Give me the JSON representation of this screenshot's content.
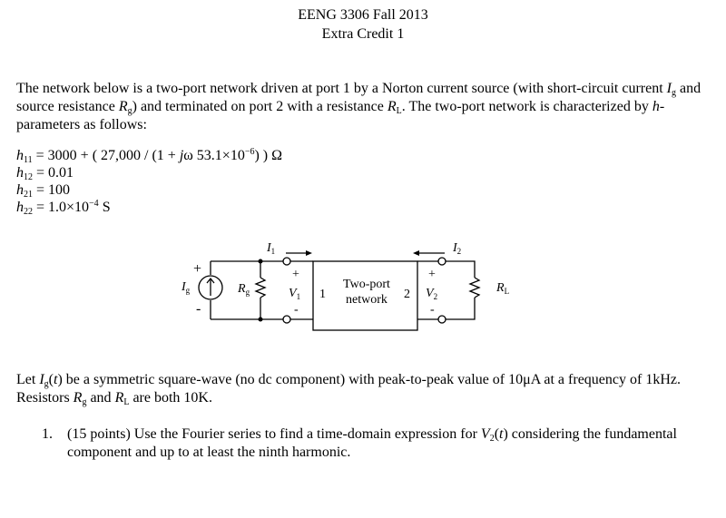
{
  "header": {
    "course": "EENG 3306  Fall 2013",
    "title": "Extra Credit 1"
  },
  "intro": {
    "t1": "The network below is a two-port network driven at port 1 by a Norton current source (with short-circuit current ",
    "Ig": "I",
    "Ig_sub": "g",
    "t2": " and source resistance ",
    "Rg": "R",
    "Rg_sub": "g",
    "t3": ") and terminated on port 2 with a resistance ",
    "RL": "R",
    "RL_sub": "L",
    "t4": ".    The two-port network is characterized by ",
    "h": "h",
    "t5": "-parameters as follows:"
  },
  "params": {
    "h11": {
      "sym": "h",
      "sub": "11",
      "pre": " = 3000 + ( 27,000 / (1 + ",
      "j": "j",
      "omega": "ω",
      "post": " 53.1×10",
      "exp": "−6",
      "tail": ") ) Ω"
    },
    "h12": {
      "sym": "h",
      "sub": "12",
      "text": " = 0.01"
    },
    "h21": {
      "sym": "h",
      "sub": "21",
      "text": " = 100"
    },
    "h22": {
      "sym": "h",
      "sub": "22",
      "pre": " = 1.0×10",
      "exp": "−4",
      "tail": " S"
    }
  },
  "circuit": {
    "plus_left": "+",
    "minus_left": "-",
    "Ig": "I",
    "Ig_sub": "g",
    "Rg": "R",
    "Rg_sub": "g",
    "I1": "I",
    "I1_sub": "1",
    "V1_plus": "+",
    "V1": "V",
    "V1_sub": "1",
    "V1_minus": "-",
    "port1": "1",
    "box_line1": "Two-port",
    "box_line2": "network",
    "port2": "2",
    "V2_plus": "+",
    "V2": "V",
    "V2_sub": "2",
    "V2_minus": "-",
    "I2": "I",
    "I2_sub": "2",
    "RL": "R",
    "RL_sub": "L"
  },
  "second": {
    "t1": "Let ",
    "Ig": "I",
    "Ig_sub": "g",
    "t2": "(",
    "t": "t",
    "t3": ") be a symmetric square-wave (no dc component) with peak-to-peak value of 10μA at a frequency of 1kHz.   Resistors ",
    "Rg": "R",
    "Rg_sub": "g",
    "t4": " and ",
    "RL": "R",
    "RL_sub": "L",
    "t5": " are both 10K."
  },
  "problem1": {
    "number": "1.",
    "t1": "(15 points)        Use the Fourier series to find a time-domain expression for ",
    "V2": "V",
    "V2_sub": "2",
    "t2": "(",
    "t": "t",
    "t3": ") considering the fundamental component and up to at least the ninth harmonic."
  }
}
